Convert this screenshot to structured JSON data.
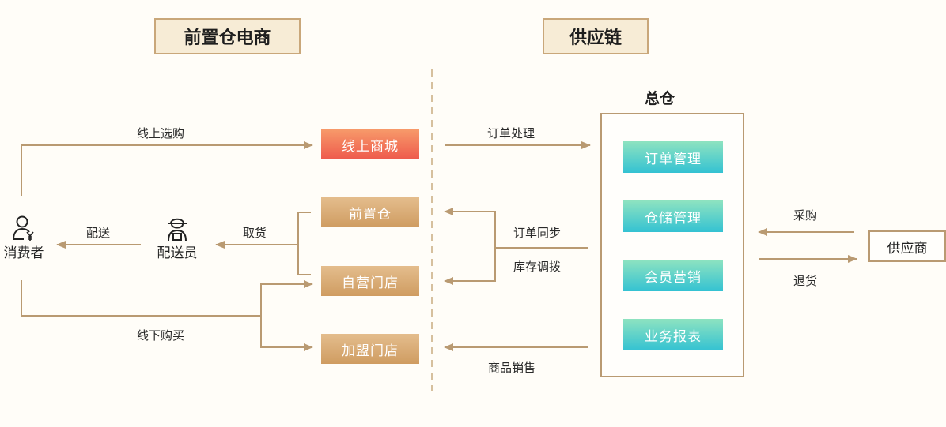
{
  "sections": {
    "left_title": "前置仓电商",
    "right_title": "供应链"
  },
  "actors": {
    "consumer": {
      "name": "消费者",
      "icon": "consumer-payment-icon"
    },
    "courier": {
      "name": "配送员",
      "icon": "courier-icon"
    }
  },
  "left_nodes": {
    "online_mall": "线上商城",
    "front_warehouse": "前置仓",
    "own_store": "自营门店",
    "franchise_store": "加盟门店"
  },
  "flow_labels": {
    "online_shopping": "线上选购",
    "delivery": "配送",
    "pickup": "取货",
    "offline_purchase": "线下购买",
    "order_processing": "订单处理",
    "order_sync": "订单同步",
    "inventory_transfer": "库存调拨",
    "product_sales": "商品销售",
    "procurement": "采购",
    "returns": "退货"
  },
  "central_warehouse": {
    "title": "总仓",
    "modules": [
      "订单管理",
      "仓储管理",
      "会员营销",
      "业务报表"
    ]
  },
  "supplier": "供应商",
  "colors": {
    "line": "#b99a72",
    "online_mall": "#ee5a4c",
    "store_nodes": "#cf9c61",
    "warehouse_modules": "#34c2d2",
    "title_bg": "#f7ecd6"
  }
}
